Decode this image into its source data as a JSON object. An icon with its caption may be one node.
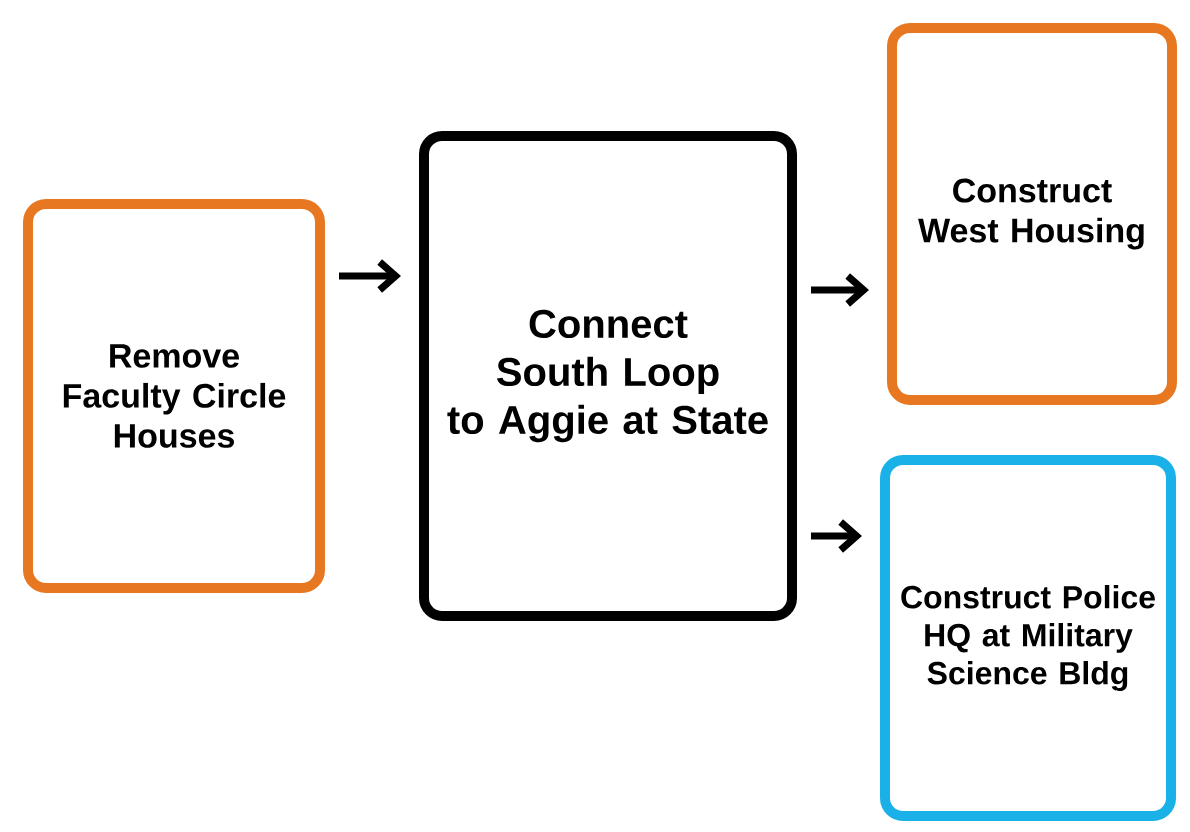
{
  "diagram": {
    "nodes": [
      {
        "text": [
          "Remove Faculty Circle Houses"
        ]
      },
      {
        "text": [
          "Connect South Loop to Aggie at State"
        ]
      },
      {
        "text": [
          "Construct West Housing"
        ]
      },
      {
        "text": [
          "Construct Police HQ at Military Science Bldg"
        ]
      }
    ],
    "edges": [
      {
        "from": 0,
        "to": 1,
        "arrow": "to"
      },
      {
        "from": 1,
        "to": 2,
        "arrow": "to"
      },
      {
        "from": 1,
        "to": 3,
        "arrow": "to"
      }
    ]
  }
}
